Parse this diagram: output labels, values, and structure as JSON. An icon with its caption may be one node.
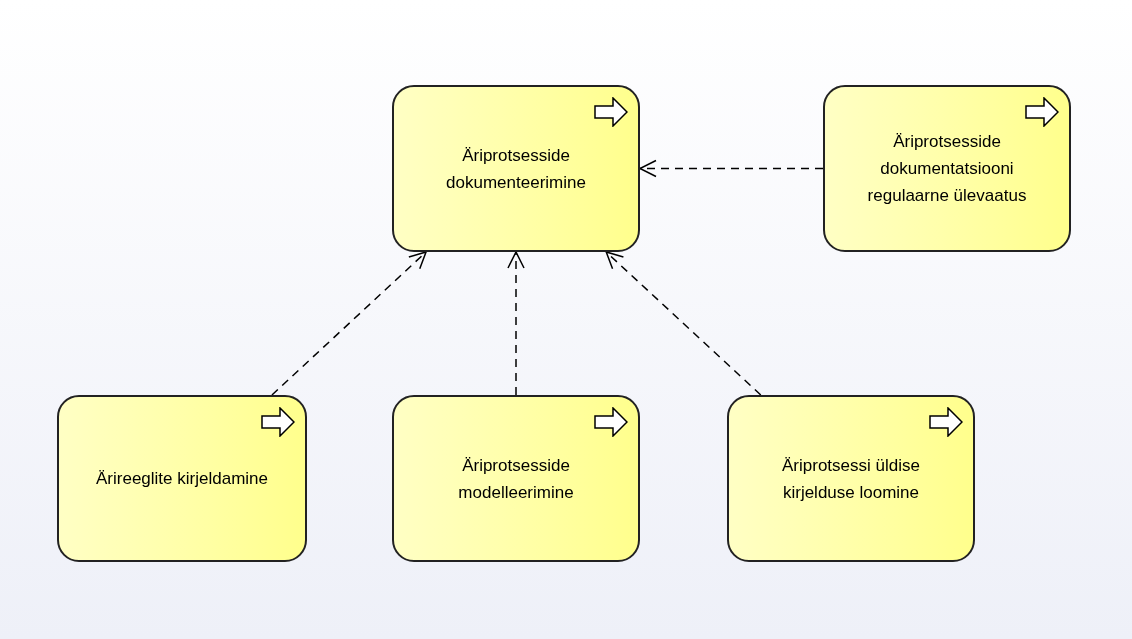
{
  "diagram": {
    "nodes": [
      {
        "text": [
          "Äriprotsesside dokumenteerimine"
        ]
      },
      {
        "text": [
          "Äriprotsesside dokumentatsiooni regulaarne ülevaatus"
        ]
      },
      {
        "text": [
          "Ärireeglite kirjeldamine"
        ]
      },
      {
        "text": [
          "Äriprotsesside modelleerimine"
        ]
      },
      {
        "text": [
          "Äriprotsessi üldise kirjelduse loomine"
        ]
      }
    ],
    "edges": [
      {
        "from": 1,
        "to": 0,
        "arrow": "to",
        "style": "dashed"
      },
      {
        "from": 2,
        "to": 0,
        "arrow": "to",
        "style": "dashed"
      },
      {
        "from": 3,
        "to": 0,
        "arrow": "to",
        "style": "dashed"
      },
      {
        "from": 4,
        "to": 0,
        "arrow": "to",
        "style": "dashed"
      }
    ]
  }
}
